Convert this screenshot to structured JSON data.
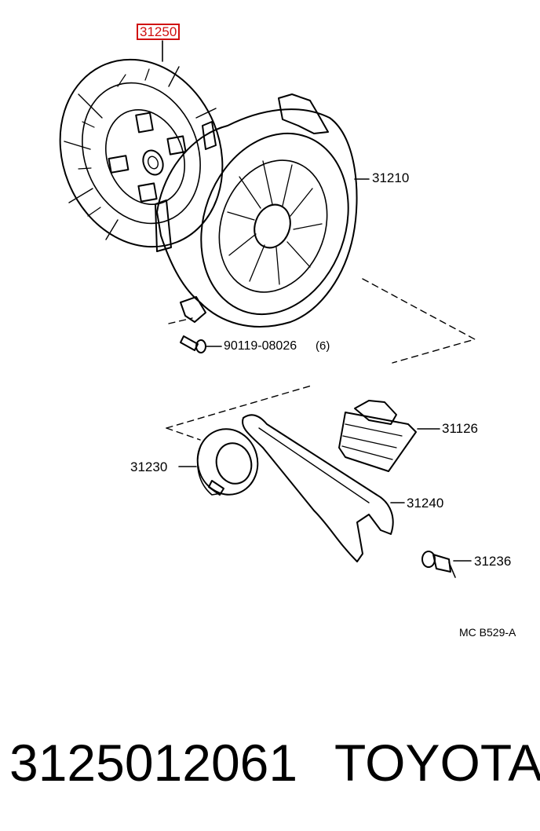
{
  "parts": {
    "disc": "31250",
    "cover": "31210",
    "bolt": "90119-08026",
    "bolt_qty": "(6)",
    "bearing": "31230",
    "boot": "31126",
    "fork": "31240",
    "pivot": "31236"
  },
  "diagram_code": "MC B529-A",
  "footer": {
    "part_number": "3125012061",
    "brand": "TOYOTA"
  },
  "colors": {
    "highlight": "#d01010",
    "ink": "#000000"
  }
}
